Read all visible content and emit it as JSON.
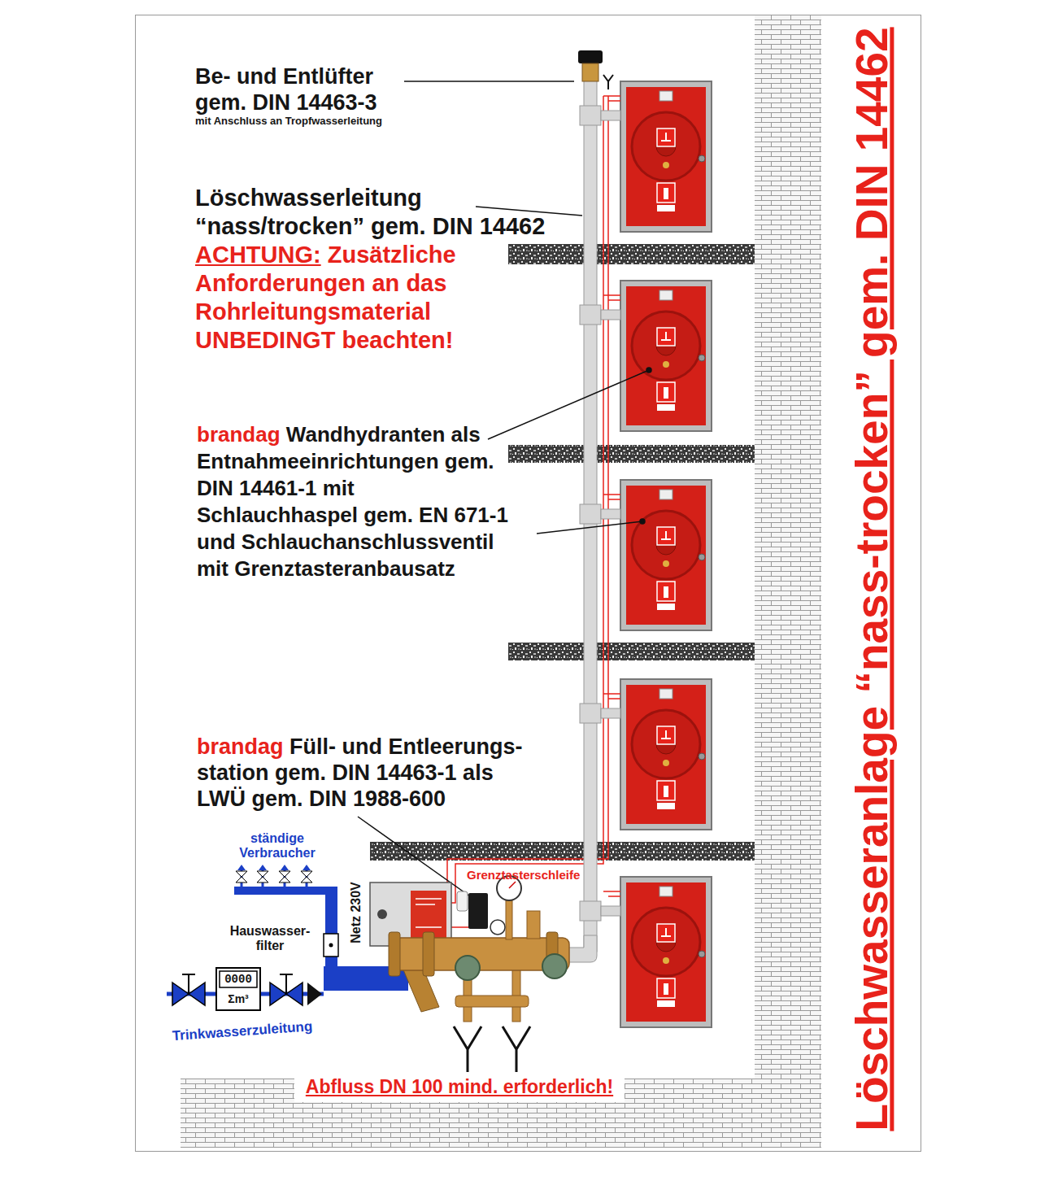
{
  "diagram": {
    "title": "Löschwasseranlage “nass-trocken” gem. DIN 14462",
    "labels": [
      "Be- und Entlüfter gem. DIN 14463-3",
      "mit Anschluss an Tropfwasserleitung",
      "Löschwasserleitung “nass/trocken” gem. DIN 14462",
      "ACHTUNG:",
      "Zusätzliche Anforderungen an das Rohrleitungsmaterial UNBEDINGT beachten!",
      "brandag",
      "Wandhydranten als Entnahmeeinrichtungen gem. DIN 14461-1 mit Schlauchhaspel gem. EN 671-1 und Schlauchanschlussventil mit Grenztasteranbausatz",
      "brandag",
      "Füll- und Entleerungs- station gem. DIN 14463-1 als LWÜ gem. DIN 1988-600",
      "ständige Verbraucher",
      "Hauswasser- filter",
      "Netz 230V",
      "Grenztasterschleife",
      "0000",
      "Σm³",
      "Trinkwasserzuleitung",
      "Abfluss DN 100 mind. erforderlich!"
    ]
  }
}
